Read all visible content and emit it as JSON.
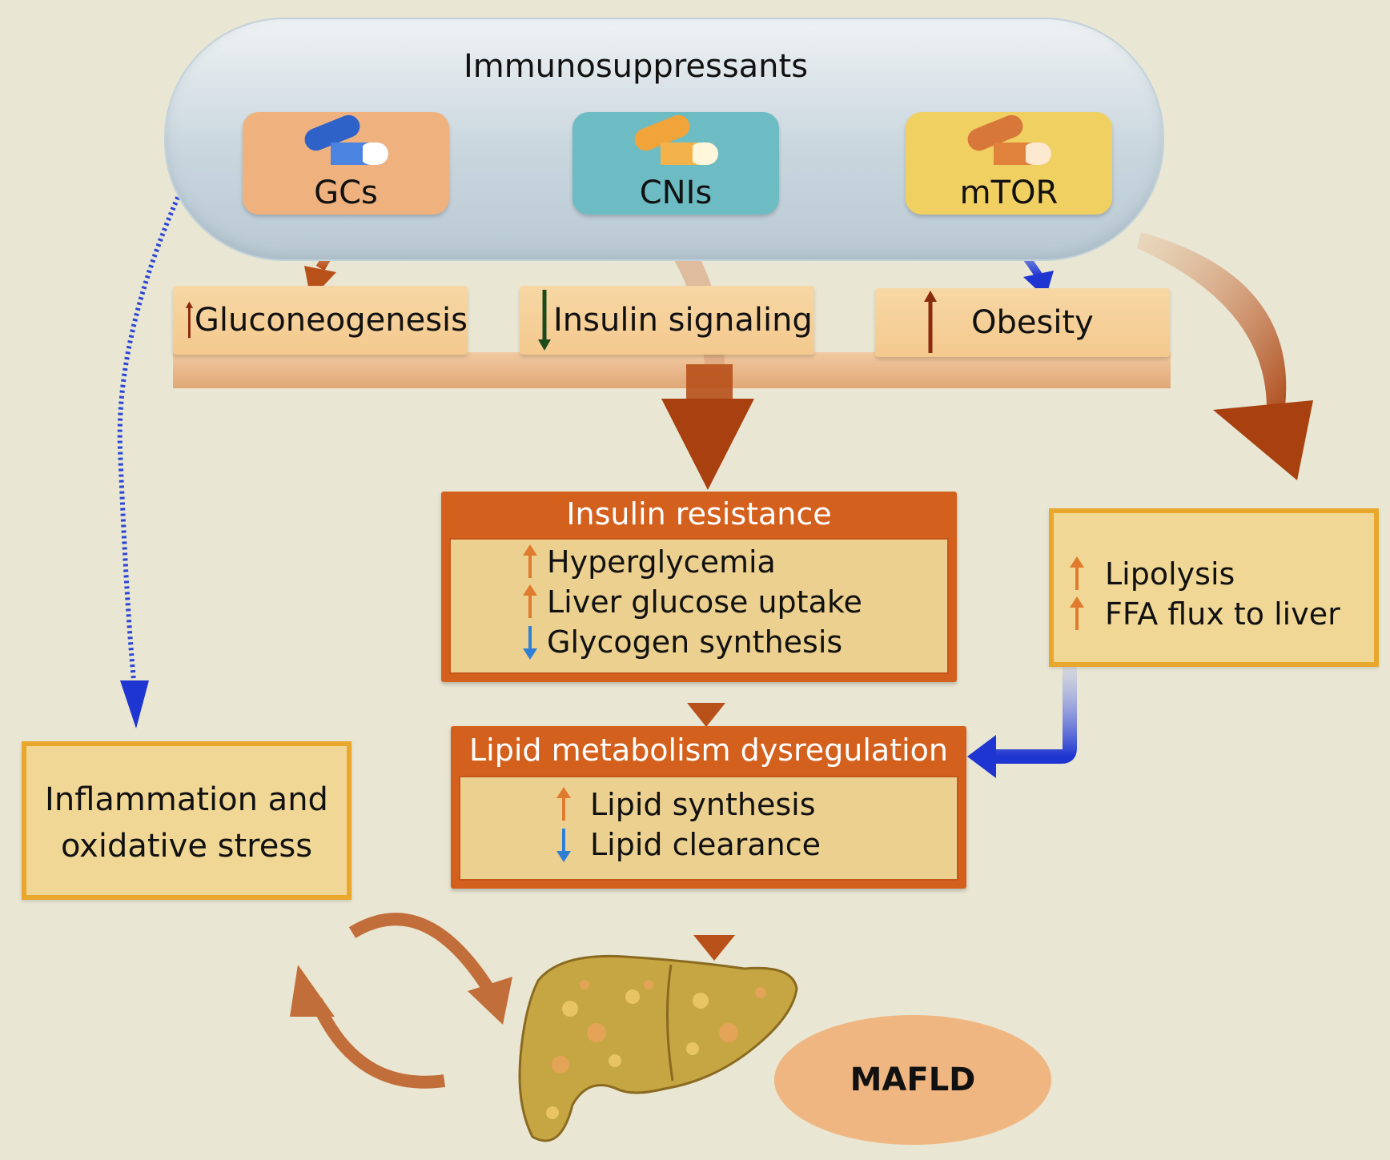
{
  "header": {
    "title": "Immunosuppressants"
  },
  "drugs": {
    "gcs": {
      "label": "GCs",
      "color": "#efb27f",
      "pill_color": "#3a6fd0"
    },
    "cnis": {
      "label": "CNIs",
      "color": "#6dbcc4",
      "pill_color": "#f2a33c"
    },
    "mtor": {
      "label": "mTOR",
      "color": "#f1d062",
      "pill_color": "#e0823c"
    }
  },
  "effects": {
    "gluconeogenesis": {
      "label": "Gluconeogenesis",
      "direction": "up"
    },
    "insulin_signaling": {
      "label": "Insulin signaling",
      "direction": "down"
    },
    "obesity": {
      "label": "Obesity",
      "direction": "up"
    }
  },
  "insulin_resistance": {
    "title": "Insulin resistance",
    "items": [
      {
        "label": "Hyperglycemia",
        "direction": "up"
      },
      {
        "label": "Liver glucose uptake",
        "direction": "up"
      },
      {
        "label": "Glycogen synthesis",
        "direction": "down"
      }
    ]
  },
  "lipid_dysregulation": {
    "title": "Lipid metabolism dysregulation",
    "items": [
      {
        "label": "Lipid synthesis",
        "direction": "up"
      },
      {
        "label": "Lipid clearance",
        "direction": "down"
      }
    ]
  },
  "lipolysis_box": {
    "items": [
      {
        "label": "Lipolysis",
        "direction": "up"
      },
      {
        "label": "FFA flux to liver",
        "direction": "up"
      }
    ]
  },
  "inflammation_box": {
    "line1": "Inflammation and",
    "line2": "oxidative stress"
  },
  "outcome": {
    "label": "MAFLD"
  },
  "colors": {
    "up_arrow": "#e07a2e",
    "down_arrow": "#2f7fd6",
    "flow_arrow": "#b8501a",
    "blue_arrow": "#1f35d1"
  }
}
